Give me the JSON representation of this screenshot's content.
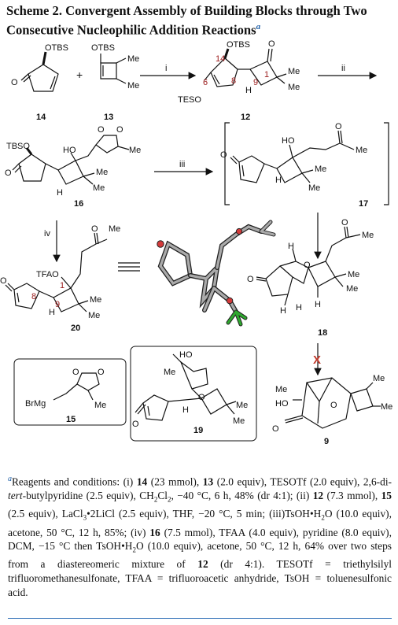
{
  "title": {
    "text": "Scheme 2. Convergent Assembly of Building Blocks through Two Consecutive Nucleophilic Addition Reactions",
    "footnote_marker": "a"
  },
  "reagent_labels": [
    "i",
    "ii",
    "iii",
    "iv"
  ],
  "compounds": {
    "c14": {
      "label": "14",
      "atoms": [
        "OTBS",
        "O"
      ]
    },
    "c13": {
      "label": "13",
      "atoms": [
        "OTBS",
        "Me",
        "Me"
      ]
    },
    "c12": {
      "label": "12",
      "atoms": [
        "OTBS",
        "O",
        "Me",
        "Me",
        "H",
        "TESO"
      ],
      "numbers": [
        "14",
        "6",
        "8",
        "9",
        "1"
      ]
    },
    "c16": {
      "label": "16",
      "atoms": [
        "TBSO",
        "HO",
        "O",
        "O",
        "Me",
        "Me",
        "Me",
        "H",
        "O"
      ]
    },
    "c17": {
      "label": "17",
      "atoms": [
        "HO",
        "O",
        "Me",
        "Me",
        "Me",
        "H",
        "O"
      ]
    },
    "c20": {
      "label": "20",
      "atoms": [
        "Me",
        "O",
        "TFAO",
        "Me",
        "Me",
        "H",
        "O"
      ],
      "numbers": [
        "1",
        "8",
        "9"
      ]
    },
    "c18": {
      "label": "18",
      "atoms": [
        "O",
        "Me",
        "H",
        "O",
        "Me",
        "Me",
        "H",
        "H",
        "H",
        "O"
      ]
    },
    "c15": {
      "label": "15",
      "atoms": [
        "O",
        "O",
        "BrMg",
        "Me"
      ]
    },
    "c19": {
      "label": "19",
      "atoms": [
        "HO",
        "Me",
        "O",
        "H",
        "Me",
        "Me",
        "O"
      ]
    },
    "c9": {
      "label": "9",
      "atoms": [
        "Me",
        "HO",
        "O",
        "Me",
        "Me",
        "O"
      ]
    }
  },
  "plus_sign": "+",
  "blocked_mark": "X",
  "footnote": {
    "marker": "a",
    "segments": [
      "Reagents and conditions: (i) ",
      "14",
      " (23 mmol), ",
      "13",
      " (2.0 equiv), TESOTf (2.0 equiv), 2,6-di-",
      "tert",
      "-butylpyridine (2.5 equiv), CH",
      "2",
      "Cl",
      "2",
      ", −40 °C, 6 h, 48% (dr 4:1); (ii) ",
      "12",
      " (7.3 mmol), ",
      "15",
      " (2.5 equiv), LaCl",
      "3",
      "•2LiCl (2.5 equiv), THF, −20 °C, 5 min; (iii)TsOH•H",
      "2",
      "O (10.0 equiv), acetone, 50 °C, 12 h, 85%; (iv) ",
      "16",
      " (7.5 mmol), TFAA (4.0 equiv), pyridine (8.0 equiv), DCM, −15 °C then TsOH•H",
      "2",
      "O (10.0 equiv), acetone, 50 °C, 12 h, 64% over two steps from a diastereomeric mixture of ",
      "12",
      " (dr 4:1). TESOTf = triethylsilyl trifluoromethanesulfonate, TFAA = trifluoroacetic anhydride, TsOH = toluenesulfonic acid."
    ]
  },
  "colors": {
    "accent": "#1e5fa8",
    "atom_number": "#9b1b1b",
    "blocked": "#c0392b",
    "text": "#111111"
  }
}
